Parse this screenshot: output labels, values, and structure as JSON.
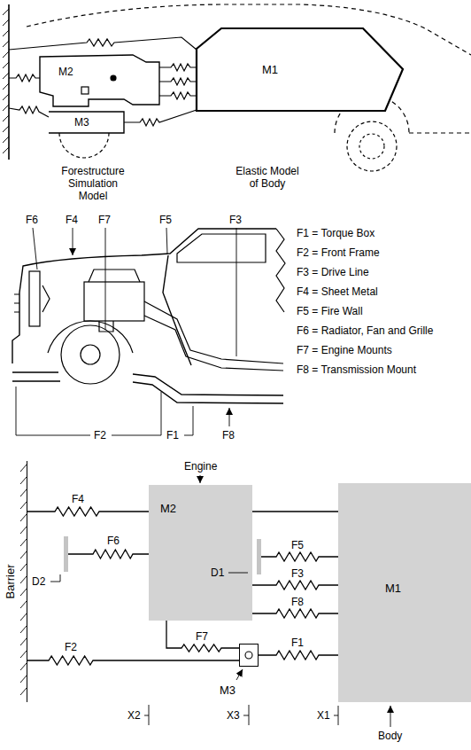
{
  "diagram": {
    "nodes": [
      {
        "text": [
          "M1"
        ]
      },
      {
        "text": [
          "Barrier"
        ]
      },
      {
        "text": [
          "M2"
        ]
      },
      {
        "text": [
          "M3"
        ]
      },
      {
        "text": [
          "M1"
        ]
      }
    ],
    "edges": [
      {
        "from": 1,
        "to": 4,
        "arrow": "none",
        "label": "F4"
      },
      {
        "from": 1,
        "to": 2,
        "arrow": "none",
        "label": "F6"
      },
      {
        "from": 2,
        "to": 4,
        "arrow": "none",
        "label": "F5"
      },
      {
        "from": 2,
        "to": 4,
        "arrow": "none",
        "label": "F3"
      },
      {
        "from": 2,
        "to": 4,
        "arrow": "none",
        "label": "F8"
      },
      {
        "from": 2,
        "to": 3,
        "arrow": "none",
        "label": "F7"
      },
      {
        "from": 1,
        "to": 3,
        "arrow": "none",
        "label": "F2"
      },
      {
        "from": 3,
        "to": 4,
        "arrow": "none",
        "label": "F1"
      }
    ],
    "labels": [
      "M2",
      "M3",
      "Forestructure Simulation Model",
      "Elastic Model of Body",
      "F6",
      "F4",
      "F7",
      "F5",
      "F3",
      "F1 = Torque Box",
      "F2 = Front Frame",
      "F3 = Drive Line",
      "F4 = Sheet Metal",
      "F5 = Fire Wall",
      "F6 = Radiator, Fan and Grille",
      "F7 = Engine Mounts",
      "F8 = Transmission Mount",
      "F2",
      "F1",
      "F8",
      "Engine",
      "D1",
      "D2",
      "X2",
      "X3",
      "X1",
      "Body"
    ]
  }
}
